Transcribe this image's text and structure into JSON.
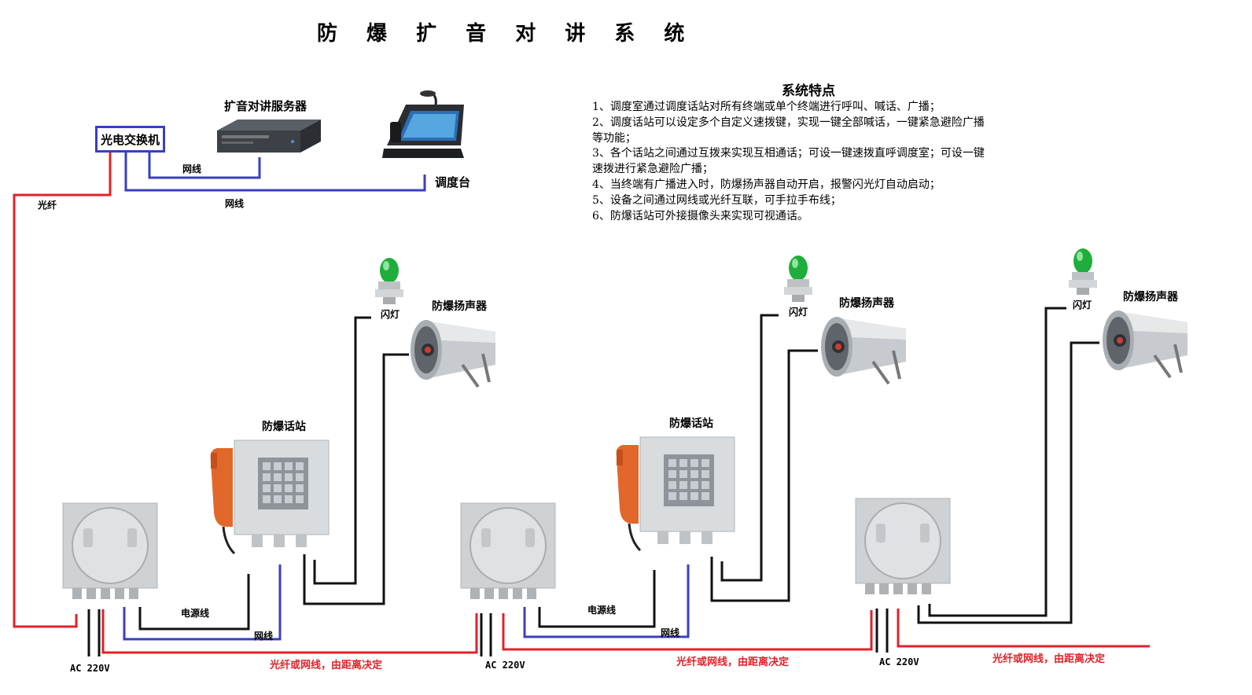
{
  "title": "防 爆 扩 音 对 讲 系 统",
  "network": {
    "switch_label": "光电交换机",
    "server_label": "扩音对讲服务器",
    "console_label": "调度台",
    "wire_lan_1": "网线",
    "wire_lan_2": "网线",
    "wire_fiber": "光纤"
  },
  "features": {
    "title": "系统特点",
    "items": [
      "1、调度室通过调度话站对所有终端或单个终端进行呼叫、喊话、广播；",
      "2、调度话站可以设定多个自定义速拨键，实现一键全部喊话，一键紧急避险广播等功能；",
      "3、各个话站之间通过互拨来实现互相通话；可设一键速拨直呼调度室；可设一键速拨进行紧急避险广播；",
      "4、当终端有广播进入时，防爆扬声器自动开启，报警闪光灯自动启动；",
      "5、设备之间通过网线或光纤互联，可手拉手布线；",
      "6、防爆话站可外接摄像头来实现可视通话。"
    ]
  },
  "units": [
    {
      "strobe_label": "闪灯",
      "speaker_label": "防爆扬声器",
      "phone_label": "防爆话站",
      "power_wire_label": "电源线",
      "lan_wire_label": "网线",
      "ac_label": "AC 220V",
      "link_label": "光纤或网线，由距离决定"
    },
    {
      "strobe_label": "闪灯",
      "speaker_label": "防爆扬声器",
      "phone_label": "防爆话站",
      "power_wire_label": "电源线",
      "lan_wire_label": "网线",
      "ac_label": "AC 220V",
      "link_label": "光纤或网线，由距离决定"
    },
    {
      "strobe_label": "闪灯",
      "speaker_label": "防爆扬声器",
      "ac_label": "AC 220V",
      "link_label": "光纤或网线，由距离决定"
    }
  ],
  "colors": {
    "fiber": "#e0222a",
    "lan": "#3a3fbf",
    "wire": "#111111",
    "box": "#c9ccce",
    "handset": "#e2672a",
    "strobe": "#1fae3b"
  }
}
